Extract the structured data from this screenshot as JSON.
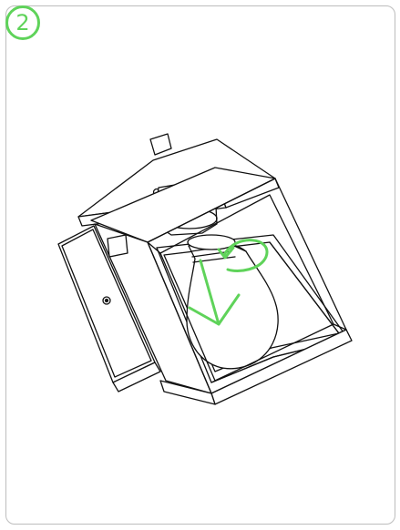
{
  "step": {
    "number": "2"
  },
  "icons": {
    "lantern": "wall-lantern-illustration",
    "bulb": "light-bulb",
    "rotation_arrow": "unscrew-rotation-arrow",
    "direction_arrow": "pull-down-arrow"
  },
  "colors": {
    "accent": "#5fd35a",
    "line_art": "#111111",
    "frame_border": "#bdbdbd",
    "background": "#ffffff"
  }
}
